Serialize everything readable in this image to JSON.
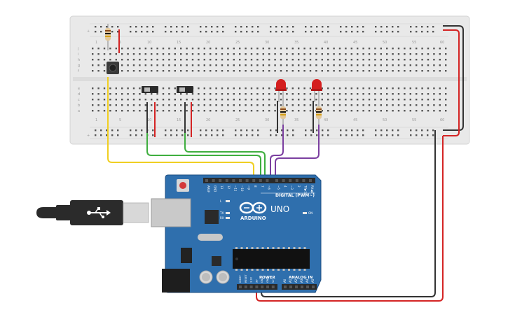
{
  "colors": {
    "breadboard": "#e9e9e9",
    "breadboard_edge": "#d4d4d4",
    "board": "#2f6fad",
    "board_dark": "#1f4f82",
    "header": "#2a2a2a",
    "wire_yellow": "#f0cf22",
    "wire_green": "#3fae3f",
    "wire_purple": "#7b3fa0",
    "wire_red": "#d42424",
    "wire_black": "#333333",
    "led_red": "#d41f1f",
    "usb_cable": "#2a2a2a"
  },
  "breadboard": {
    "col_numbers": [
      "1",
      "5",
      "10",
      "15",
      "20",
      "25",
      "30",
      "35",
      "40",
      "45",
      "50",
      "55",
      "60"
    ],
    "row_letters_top": [
      "j",
      "i",
      "h",
      "g",
      "f"
    ],
    "row_letters_bottom": [
      "e",
      "d",
      "c",
      "b",
      "a"
    ],
    "rail_plus": "+",
    "rail_minus": "-"
  },
  "arduino": {
    "brand": "ARDUINO",
    "model": "UNO",
    "digital_label": "DIGITAL (PWM~)",
    "power_label": "POWER",
    "analog_label": "ANALOG IN",
    "on_label": "ON",
    "l_label": "L",
    "tx_label": "TX",
    "rx_label": "RX",
    "top_pins": [
      "AREF",
      "GND",
      "13",
      "12",
      "~11",
      "~10",
      "~9",
      "8",
      "7",
      "~6",
      "~5",
      "4",
      "~3",
      "2",
      "TX▶1",
      "RX◀0"
    ],
    "power_pins": [
      "IOREF",
      "RESET",
      "3.3V",
      "5V",
      "GND",
      "GND",
      "Vin"
    ],
    "analog_pins": [
      "A0",
      "A1",
      "A2",
      "A3",
      "A4",
      "A5"
    ],
    "logo_icon": "infinity-logo-icon"
  },
  "components": {
    "pushbutton": "pushbutton-icon",
    "slide_switch": "slide-switch-icon",
    "led": "led-icon",
    "resistor": "resistor-icon",
    "usb": "usb-cable-icon"
  }
}
